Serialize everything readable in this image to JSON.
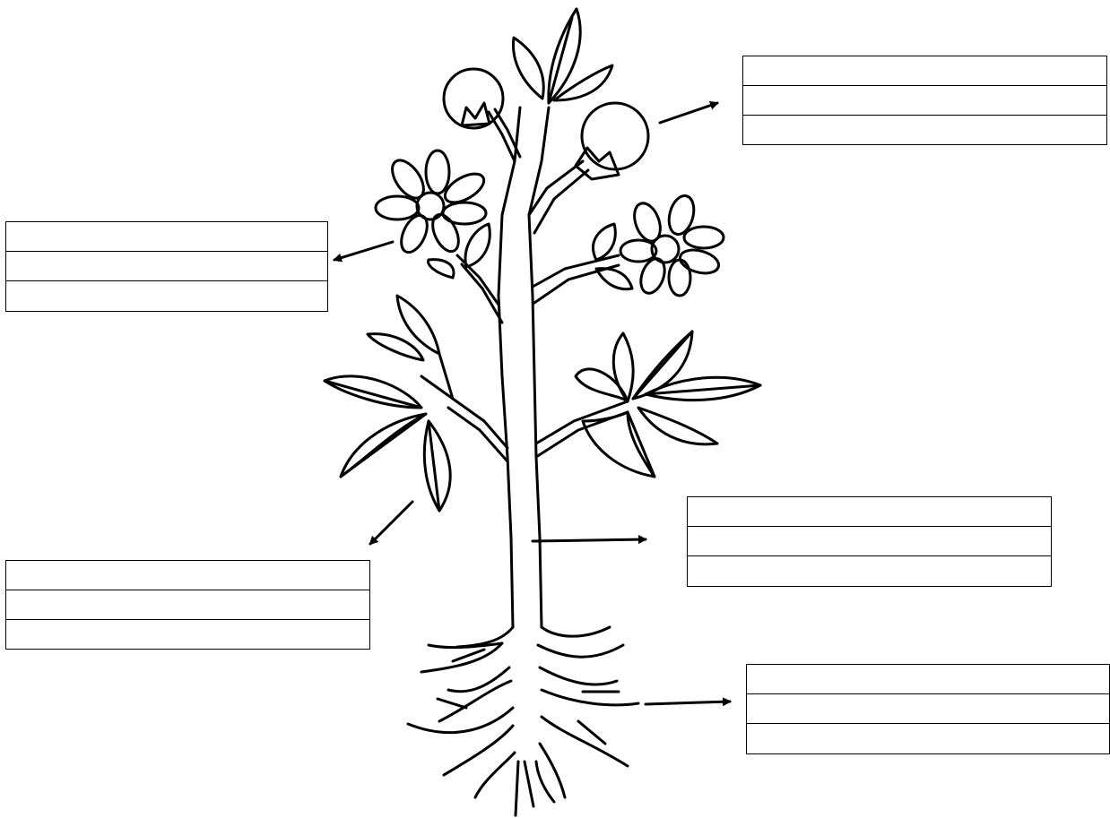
{
  "diagram": {
    "line_color": "#000000",
    "background": "#ffffff",
    "label_boxes": [
      {
        "id": "fruit",
        "pointer": "fruit",
        "lines": [
          "",
          "",
          ""
        ]
      },
      {
        "id": "flower",
        "pointer": "flower",
        "lines": [
          "",
          "",
          ""
        ]
      },
      {
        "id": "leaf",
        "pointer": "leaf",
        "lines": [
          "",
          "",
          ""
        ]
      },
      {
        "id": "stem",
        "pointer": "stem",
        "lines": [
          "",
          "",
          ""
        ]
      },
      {
        "id": "root",
        "pointer": "root",
        "lines": [
          "",
          "",
          ""
        ]
      }
    ],
    "icons": [
      "plant-icon",
      "arrow-icon"
    ]
  }
}
